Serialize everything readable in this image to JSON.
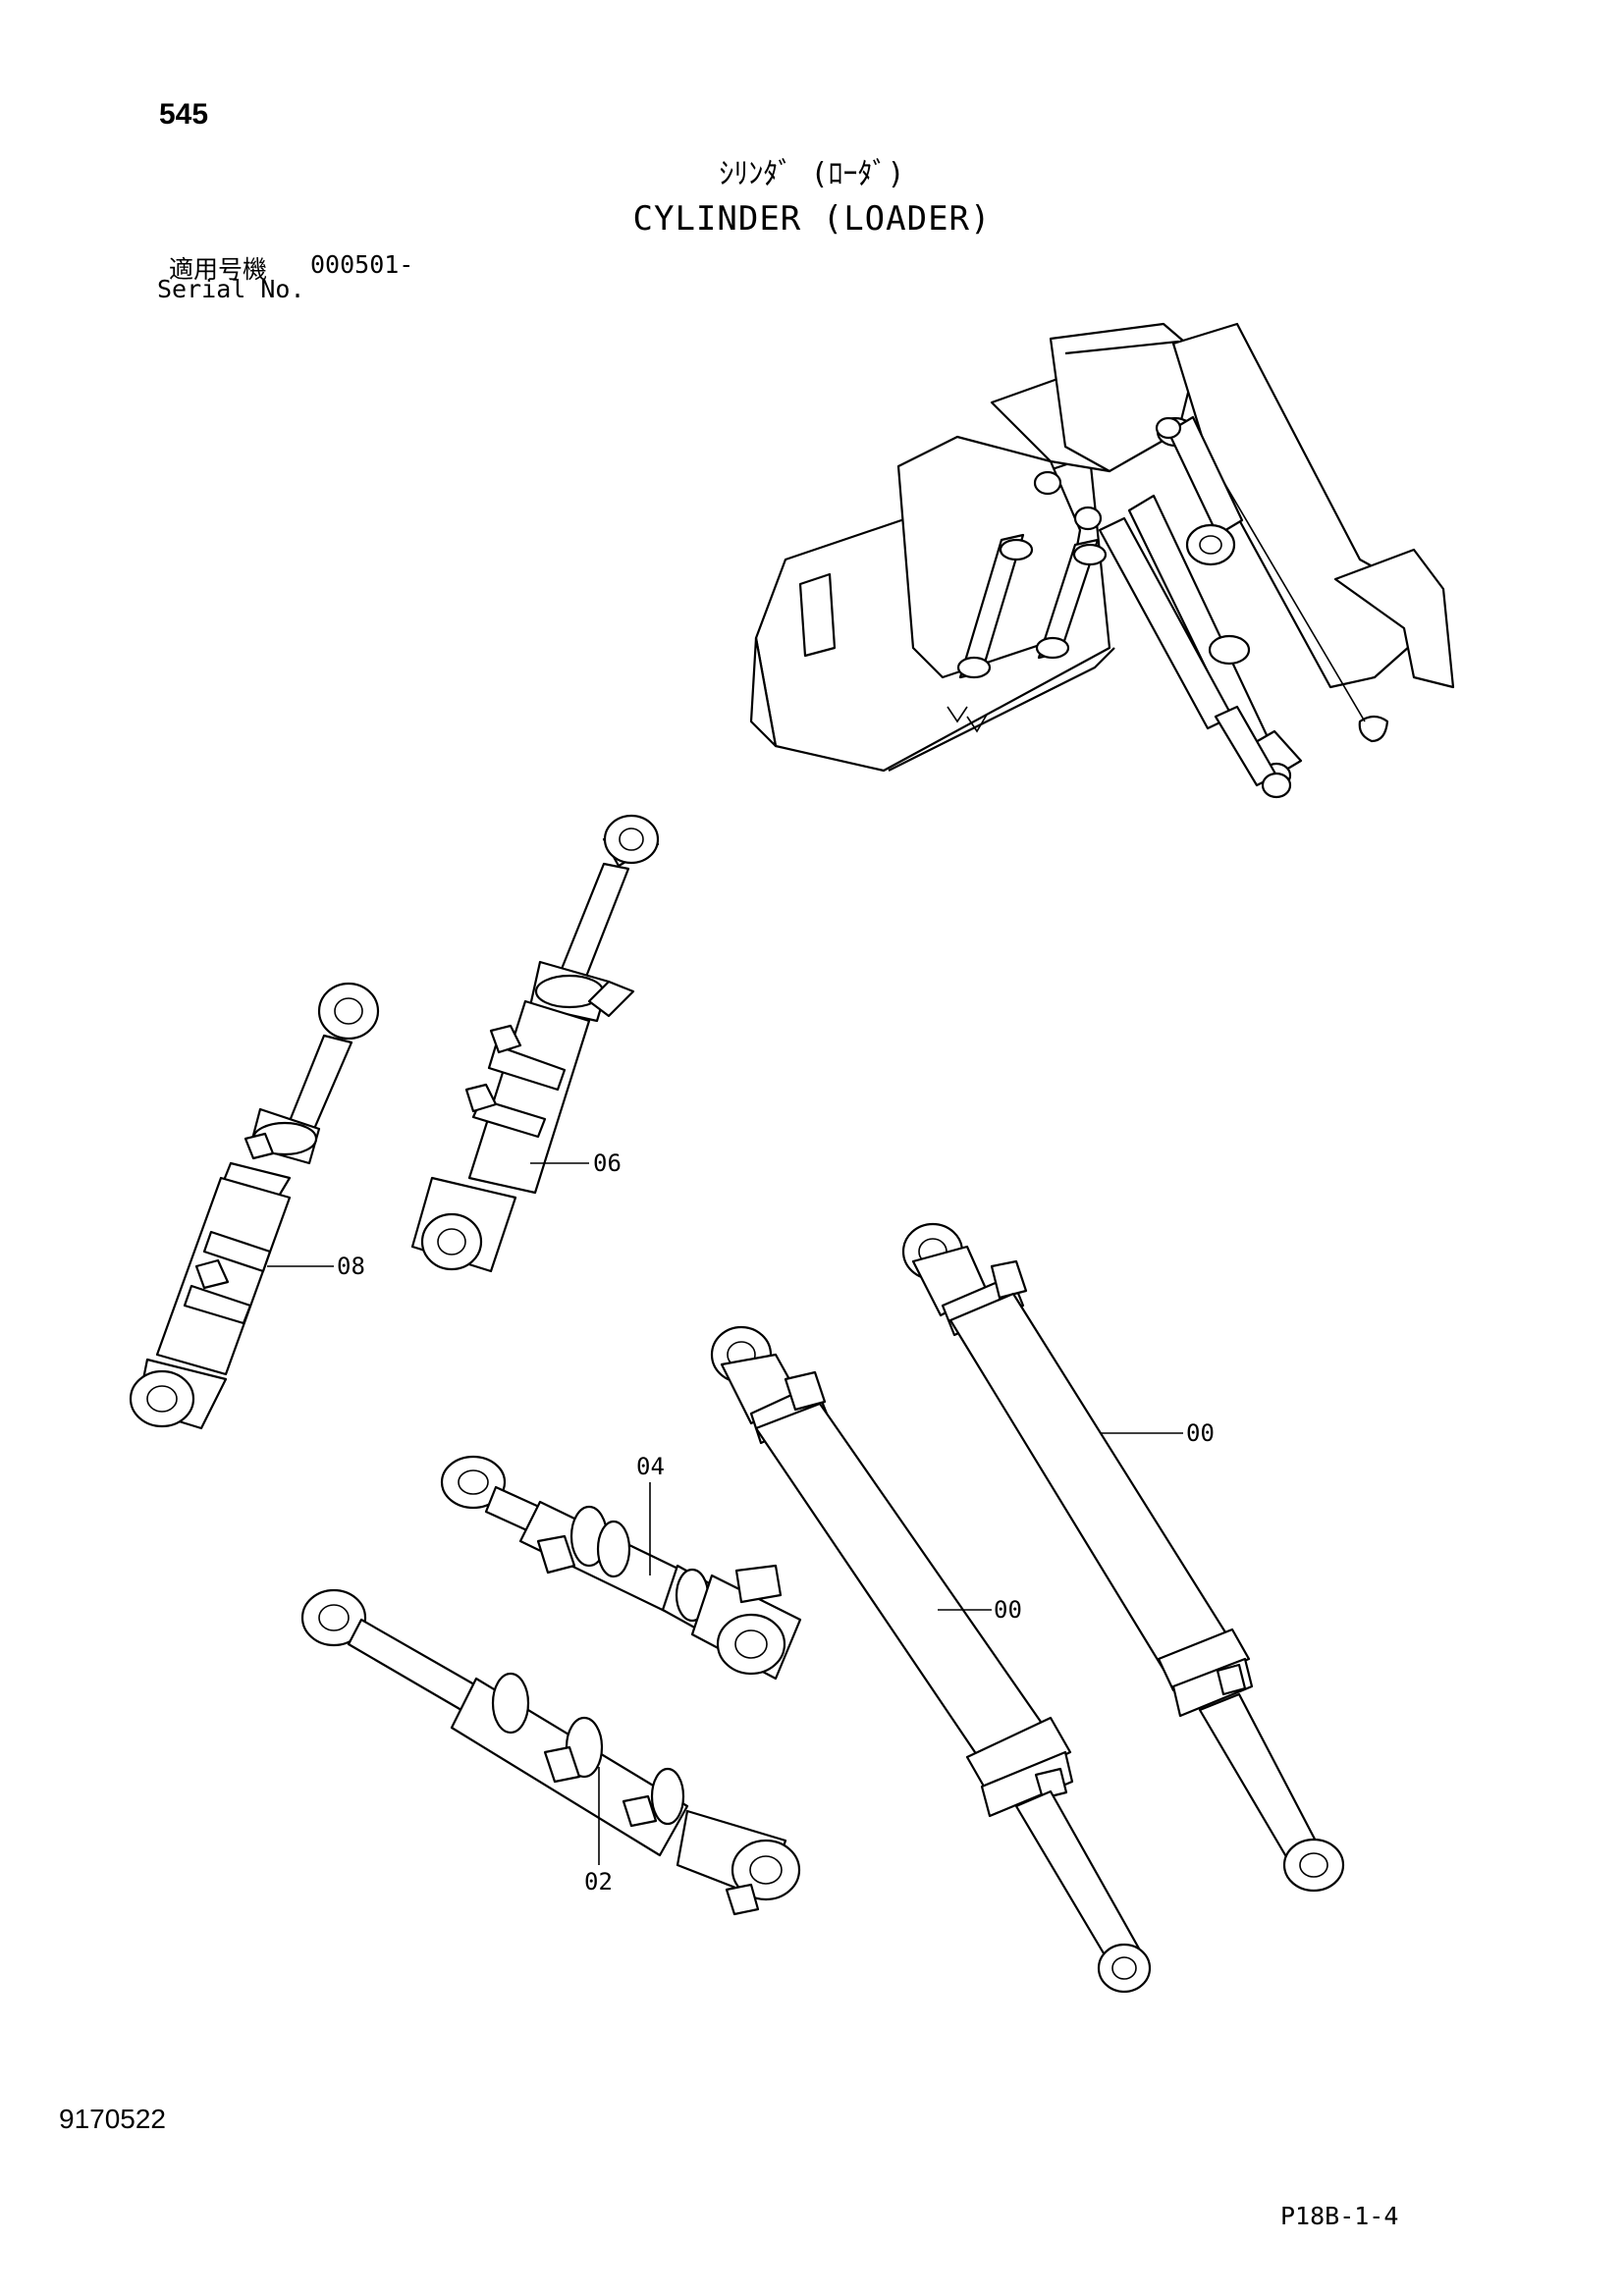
{
  "header": {
    "page_number": "545",
    "title_jp": "ｼﾘﾝﾀﾞ (ﾛｰﾀﾞ)",
    "title_en": "CYLINDER (LOADER)",
    "serial_label_jp": "適用号機",
    "serial_label_en": "Serial No.",
    "serial_value": "000501-"
  },
  "callouts": {
    "c00a": "00",
    "c00b": "00",
    "c02": "02",
    "c04": "04",
    "c06": "06",
    "c08": "08"
  },
  "footer": {
    "doc_id": "9170522",
    "ref_code": "P18B-1-4"
  }
}
